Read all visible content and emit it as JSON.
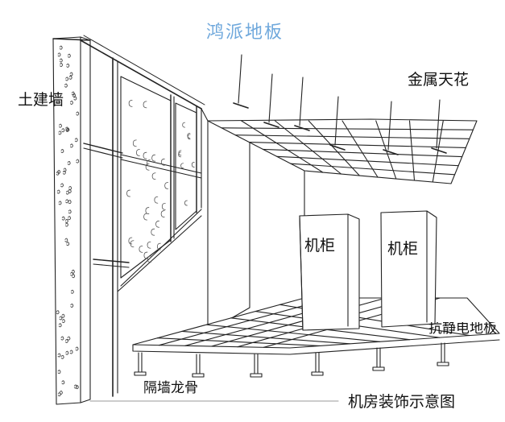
{
  "watermark": "鸿派地板",
  "labels": {
    "civil_wall": "土建墙",
    "metal_ceiling": "金属天花",
    "cabinet_1": "机柜",
    "cabinet_2": "机柜",
    "raised_floor": "抗静电地板",
    "partition_keel": "隔墙龙骨",
    "caption": "机房装饰示意图"
  },
  "colors": {
    "line": "#222222",
    "watermark": "#6fa8dc"
  }
}
